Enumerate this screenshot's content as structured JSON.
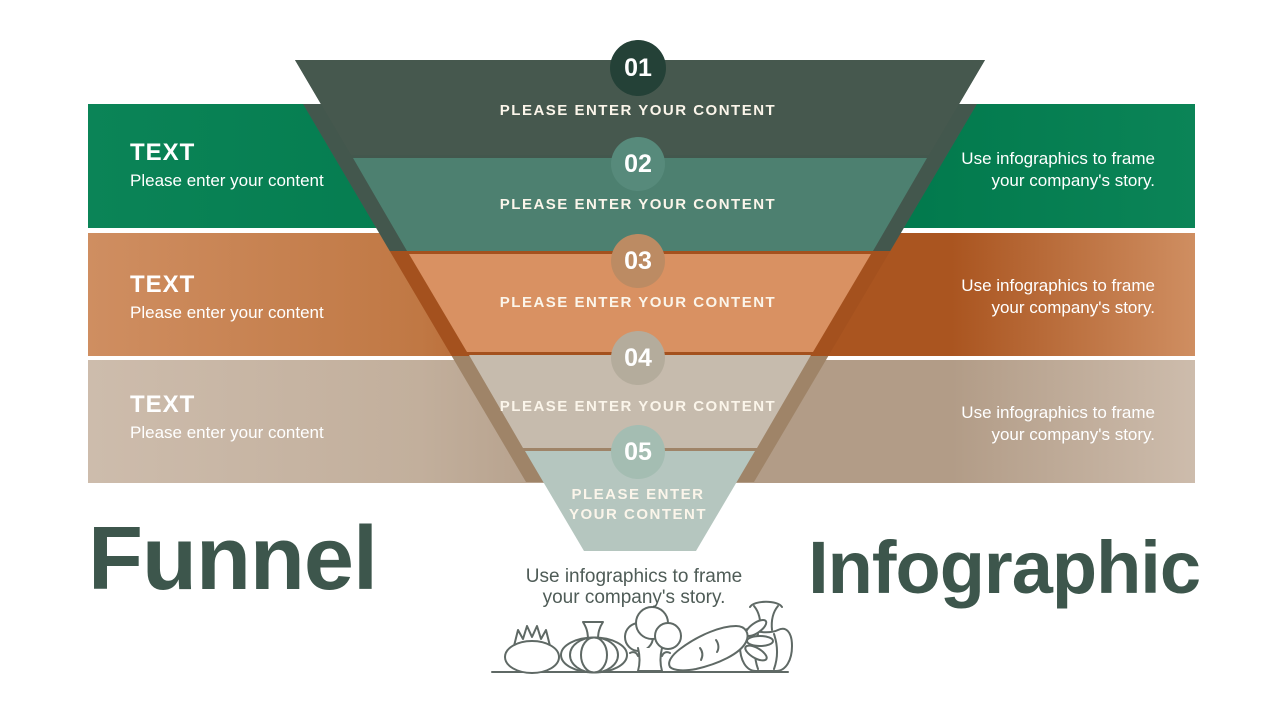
{
  "slide": {
    "title_left": "Funnel",
    "title_right": "Infographic"
  },
  "funnel": {
    "levels": [
      {
        "number": "01",
        "label": "PLEASE ENTER YOUR CONTENT",
        "segment_color": "#46584e",
        "circle_color": "#244137"
      },
      {
        "number": "02",
        "label": "PLEASE ENTER YOUR CONTENT",
        "segment_color": "#4d8070",
        "circle_color": "#578a7b"
      },
      {
        "number": "03",
        "label": "PLEASE ENTER YOUR CONTENT",
        "segment_color": "#d99162",
        "circle_color": "#bc8b63"
      },
      {
        "number": "04",
        "label": "PLEASE ENTER YOUR CONTENT",
        "segment_color": "#c6bbad",
        "circle_color": "#b4ac9c"
      },
      {
        "number": "05",
        "label": "PLEASE ENTER YOUR CONTENT",
        "segment_color": "#b5c6bf",
        "circle_color": "#a4bdb2"
      }
    ]
  },
  "rows": [
    {
      "heading": "TEXT",
      "subheading": "Please enter your content",
      "note_line1": "Use infographics to frame",
      "note_line2": "your company's story.",
      "band_color": "#0b8457",
      "band_mid": "#057e51",
      "band_dark": "#027a4d"
    },
    {
      "heading": "TEXT",
      "subheading": "Please enter your content",
      "note_line1": "Use infographics to frame",
      "note_line2": "your company's story.",
      "band_color": "#cf8e61",
      "band_mid": "#c07844",
      "band_dark": "#aa5520"
    },
    {
      "heading": "TEXT",
      "subheading": "Please enter your content",
      "note_line1": "Use infographics to frame",
      "note_line2": "your company's story.",
      "band_color": "#cdbcac",
      "band_mid": "#c2af9c",
      "band_dark": "#b29c87"
    }
  ],
  "footer": {
    "caption_line1": "Use infographics to frame",
    "caption_line2": "your company's story.",
    "icons": [
      "tomato-icon",
      "pumpkin-icon",
      "broccoli-icon",
      "carrot-icon",
      "pepper-icon"
    ]
  },
  "colors": {
    "title_text": "#3d564c",
    "caption_text": "#4f5c57",
    "back_top": "#43574d",
    "back_mid": "#a4511e",
    "back_bottom": "#9f8468",
    "level_label_text": "#fbf5ea",
    "veg_stroke": "#5f6965"
  }
}
